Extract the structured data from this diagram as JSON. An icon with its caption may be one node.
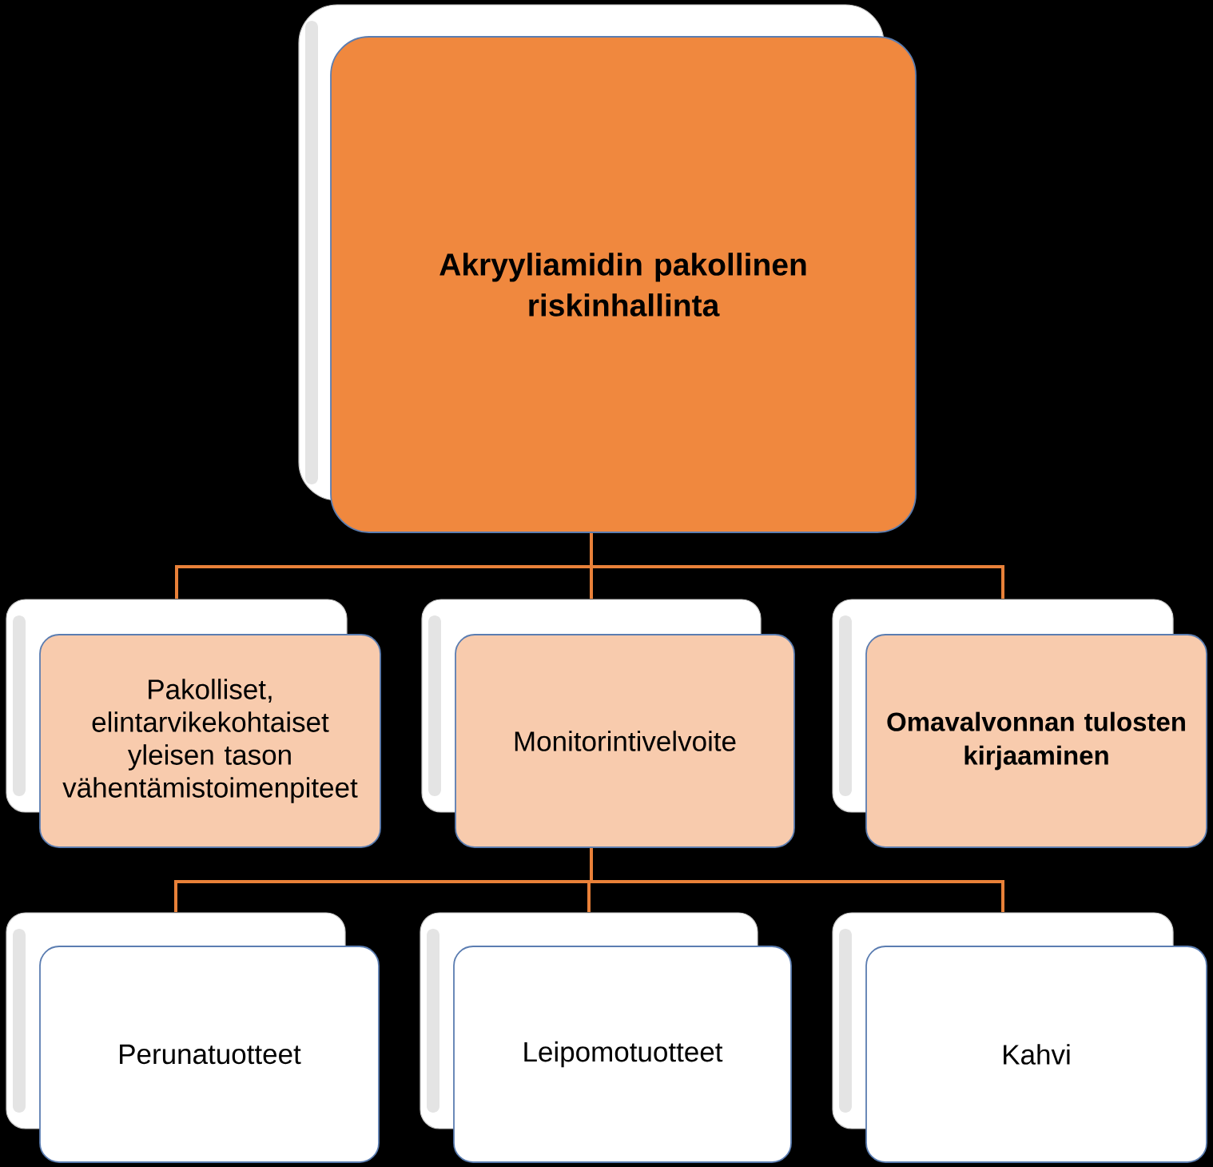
{
  "diagram": {
    "nodes": [
      {
        "text": [
          "Akryyliamidin pakollinen riskinhallinta"
        ]
      },
      {
        "text": [
          "Pakolliset, elintarvikekohtaiset yleisen tason vähentämistoimenpiteet"
        ]
      },
      {
        "text": [
          "Monitorintivelvoite"
        ]
      },
      {
        "text": [
          "Omavalvonnan tulosten kirjaaminen"
        ]
      },
      {
        "text": [
          "Perunatuotteet"
        ]
      },
      {
        "text": [
          "Leipomotuotteet"
        ]
      },
      {
        "text": [
          "Kahvi"
        ]
      }
    ],
    "edges": [
      {
        "from": 0,
        "to": 1,
        "arrow": "none"
      },
      {
        "from": 0,
        "to": 2,
        "arrow": "none"
      },
      {
        "from": 0,
        "to": 3,
        "arrow": "none"
      },
      {
        "from": 2,
        "to": 4,
        "arrow": "none"
      },
      {
        "from": 2,
        "to": 5,
        "arrow": "none"
      },
      {
        "from": 2,
        "to": 6,
        "arrow": "none"
      }
    ]
  }
}
